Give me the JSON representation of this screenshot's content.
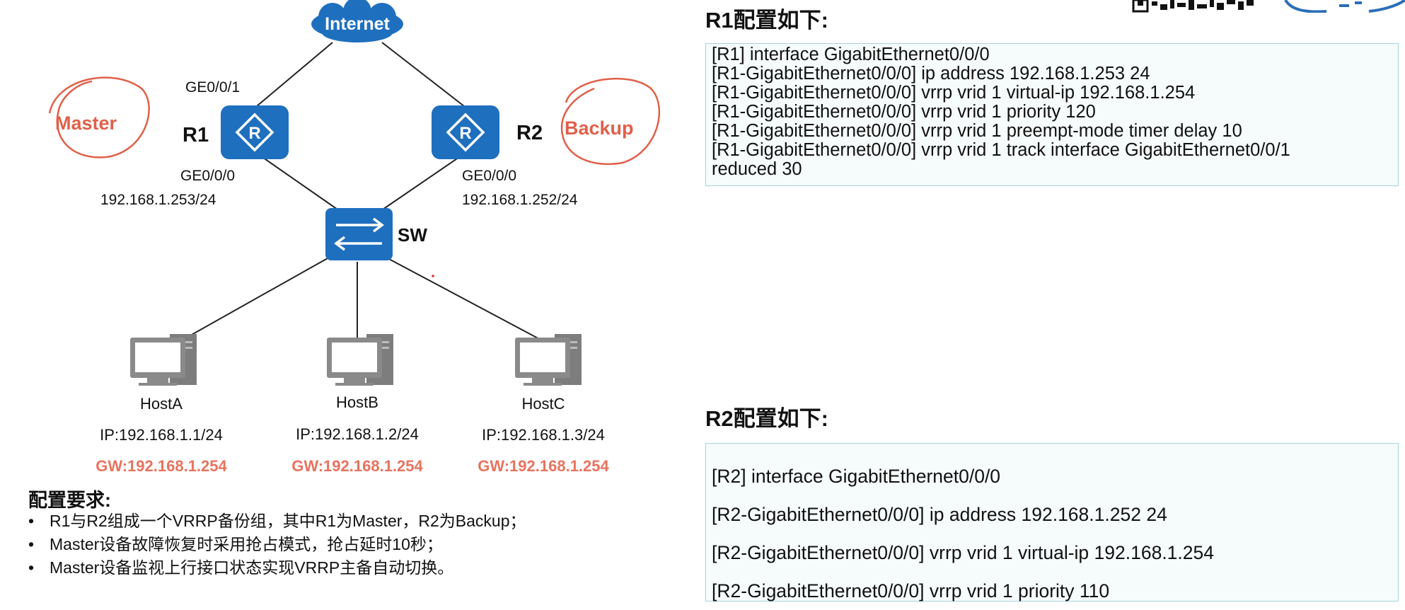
{
  "topology": {
    "internet_label": "Internet",
    "r1": {
      "name": "R1",
      "uplink_port": "GE0/0/1",
      "downlink_port": "GE0/0/0",
      "ip": "192.168.1.253/24",
      "role": "Master"
    },
    "r2": {
      "name": "R2",
      "downlink_port": "GE0/0/0",
      "ip": "192.168.1.252/24",
      "role": "Backup"
    },
    "switch": {
      "name": "SW"
    },
    "hosts": [
      {
        "name": "HostA",
        "ip": "IP:192.168.1.1/24",
        "gw": "GW:192.168.1.254"
      },
      {
        "name": "HostB",
        "ip": "IP:192.168.1.2/24",
        "gw": "GW:192.168.1.254"
      },
      {
        "name": "HostC",
        "ip": "IP:192.168.1.3/24",
        "gw": "GW:192.168.1.254"
      }
    ],
    "colors": {
      "device_blue": "#1f6fbf",
      "annotation_red": "#e0604a",
      "gw_text": "#e8735f",
      "host_gray": "#8a8a8a"
    }
  },
  "requirements": {
    "title": "配置要求:",
    "items": [
      "R1与R2组成一个VRRP备份组，其中R1为Master，R2为Backup；",
      "Master设备故障恢复时采用抢占模式，抢占延时10秒；",
      "Master设备监视上行接口状态实现VRRP主备自动切换。"
    ]
  },
  "r1_config": {
    "title": "R1配置如下:",
    "lines": [
      "[R1] interface GigabitEthernet0/0/0",
      "[R1-GigabitEthernet0/0/0] ip address 192.168.1.253  24",
      "[R1-GigabitEthernet0/0/0] vrrp vrid 1 virtual-ip 192.168.1.254",
      "[R1-GigabitEthernet0/0/0] vrrp vrid 1 priority 120",
      "[R1-GigabitEthernet0/0/0] vrrp vrid 1 preempt-mode timer delay 10",
      "[R1-GigabitEthernet0/0/0] vrrp vrid 1 track interface GigabitEthernet0/0/1",
      "reduced 30"
    ]
  },
  "r2_config": {
    "title": "R2配置如下:",
    "lines": [
      "[R2] interface GigabitEthernet0/0/0",
      "[R2-GigabitEthernet0/0/0] ip address 192.168.1.252 24",
      "[R2-GigabitEthernet0/0/0] vrrp vrid 1 virtual-ip 192.168.1.254",
      "[R2-GigabitEthernet0/0/0] vrrp vrid 1 priority 110"
    ]
  },
  "icons": [
    "cloud-icon",
    "router-icon",
    "switch-icon",
    "computer-icon",
    "qr-code-icon",
    "logo-icon"
  ]
}
